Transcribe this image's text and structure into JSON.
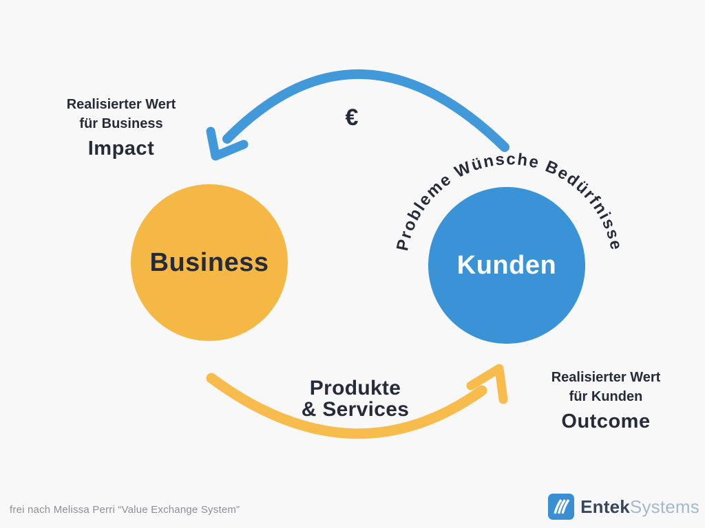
{
  "colors": {
    "background": "#f8f8f9",
    "business_circle": "#f6b844",
    "kunden_circle": "#3a93d7",
    "money_arrow": "#4299da",
    "products_arrow": "#f7bc4b",
    "dark_text": "#262b3a",
    "logo_blue": "#3a8fd2"
  },
  "diagram": {
    "business_circle": {
      "label": "Business"
    },
    "kunden_circle": {
      "label": "Kunden"
    },
    "money_flow": {
      "symbol": "€"
    },
    "kunden_needs_curved_text": "Probleme Wünsche Bedürfnisse",
    "products_flow": {
      "line1": "Produkte",
      "line2": "& Services"
    },
    "business_value": {
      "line1": "Realisierter Wert",
      "line2": "für Business",
      "highlight": "Impact"
    },
    "kunden_value": {
      "line1": "Realisierter Wert",
      "line2": "für Kunden",
      "highlight": "Outcome"
    }
  },
  "footer": {
    "attribution": "frei nach Melissa Perri “Value Exchange System”"
  },
  "logo": {
    "brand_primary": "Entek",
    "brand_secondary": "Systems"
  }
}
